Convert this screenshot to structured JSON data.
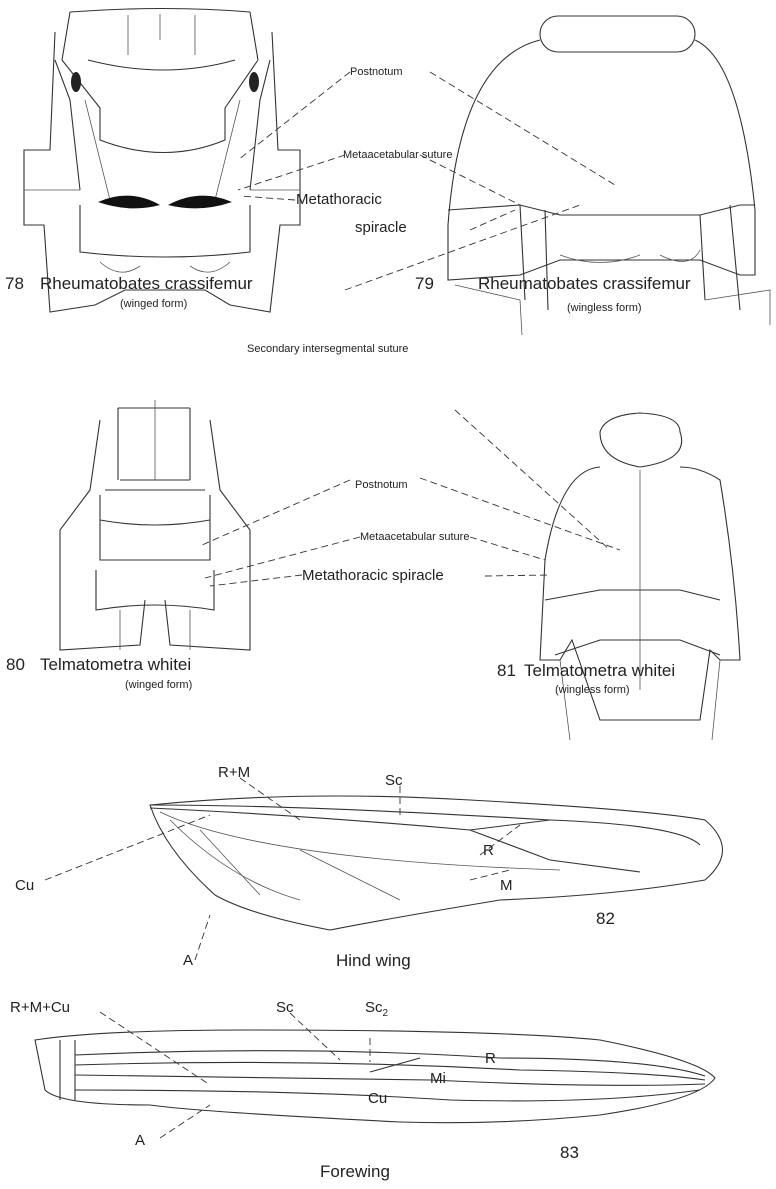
{
  "labels": {
    "postnotum": "Postnotum",
    "metaacetabular_suture": "Metaacetabular suture",
    "metathoracic": "Metathoracic",
    "spiracle": "spiracle",
    "secondary_suture": "Secondary intersegmental suture",
    "metathoracic_spiracle": "Metathoracic spiracle"
  },
  "figures": {
    "fig78": {
      "num": "78",
      "title": "Rheumatobates crassifemur",
      "sub": "(winged form)"
    },
    "fig79": {
      "num": "79",
      "title": "Rheumatobates crassifemur",
      "sub": "(wingless form)"
    },
    "fig80": {
      "num": "80",
      "title": "Telmatometra whitei",
      "sub": "(winged form)"
    },
    "fig81": {
      "num": "81",
      "title": "Telmatometra whitei",
      "sub": "(wingless form)"
    },
    "fig82": {
      "num": "82",
      "caption": "Hind wing"
    },
    "fig83": {
      "num": "83",
      "caption": "Forewing"
    }
  },
  "veins_hind": {
    "rm": "R+M",
    "sc": "Sc",
    "r": "R",
    "m": "M",
    "cu": "Cu",
    "a": "A"
  },
  "veins_fore": {
    "rmcu": "R+M+Cu",
    "sc": "Sc",
    "sc2": "Sc",
    "sc2_sub": "2",
    "r": "R",
    "mi": "Mi",
    "cu": "Cu",
    "a": "A"
  }
}
